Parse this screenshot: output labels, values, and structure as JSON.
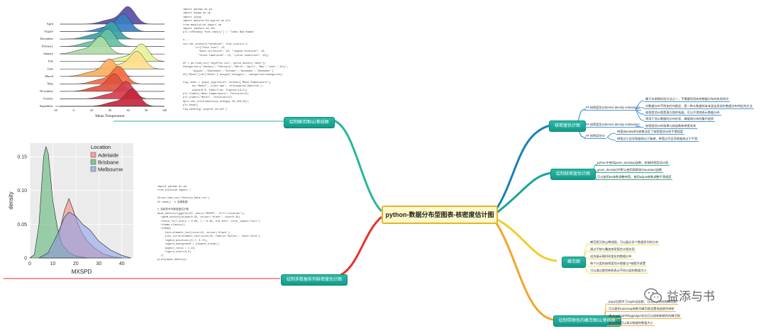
{
  "root": {
    "label": "python-数据分布型图表-核密度估计图"
  },
  "branches": {
    "b1": {
      "label": "核密度估计图"
    },
    "b2": {
      "label": "绘制核密度估计图"
    },
    "b3": {
      "label": "峰峦图"
    },
    "b4": {
      "label": "绘制峰峦图/山脊线图"
    },
    "b5": {
      "label": "绘制带颜色的峰峦图/山脊线图"
    },
    "b6": {
      "label": "绘制多数据系列核密度估计图"
    }
  },
  "leaves_b1": {
    "sub1": "## 核密度估计(kernel density estimation)",
    "sub2": "## 核密度估计(kernel density estimation)",
    "sub3": "## 核密度估计",
    "l1": "属于非参数检验方法之一，不需要利用有关数据分布的先验知识",
    "l2": "对数据分布不附加任何假定，是一种从数据样本本身出发研究数据分布特征的方法",
    "l3": "核密度估计图是直方图的拓展，可以平滑地表示数据分布",
    "l4": "常用于显示数据的分布形状、峰值和分布的集中趋势",
    "l5": "核密度估计的效果与核函数和带宽有关",
    "l6": "带宽(bandwidth)参数决定了核密度估计的平滑程度",
    "l7": "带宽过小会导致曲线过于陡峭，带宽过大会导致曲线过于平滑",
    "l8": "用于估计未知的密度函数"
  },
  "leaves_b2": {
    "l1": "python中使用geom_density()函数，绘制核密度估计图",
    "l2": "geom_density()中默认使用高斯核(Gaussian)函数",
    "l3": "可以使用bw参数调整带宽，使用adjust参数调整平滑程度"
  },
  "leaves_b3": {
    "l1": "峰峦图又称山脊线图，可以展示多个数据系列的分布",
    "l2": "通过平移与叠加核密度估计图实现",
    "l3": "适合展示随时间变化的数据分布",
    "l4": "每个分类的核密度估计图都沿Y轴错开放置",
    "l5": "可以通过颜色映射表示不同分组的数值大小"
  },
  "leaves_b5": {
    "l1": "joypy包提供了joyplot()函数，可以方便地绘制峰峦图",
    "l2": "可以使用colormap参数为峰峦图设置渐变颜色映射",
    "l3": "通过ggplot2中的ggridges包也可以绘制带颜色的峰峦图",
    "l4": "颜色映射可以表示数据的数值大小"
  },
  "code_top": [
    "import pandas as pd",
    "import numpy as np",
    "import joypy",
    "import matplotlib.pyplot as plt",
    "from matplotlib import cm",
    "import seaborn as sns",
    "plt.rcParams['font.family'] = 'Times New Roman'",
    "",
    "#...",
    "sns.set_context(\"notebook\", font_scale=1.5,",
    "        rc={\"font.size\": 12,",
    "          \"axes.titlesize\": 20, \"legend.fontsize\": 13,",
    "          \"xtick.labelsize\": 13, \"ytick.labelsize\": 13})",
    "",
    "df = pd.read_csv('JoyyPlot.csv', parse_dates=['date'])",
    "Categories=['January','February','March','April','May','June','July',",
    "      'August','September','October','November','December']",
    "df['Month']=df['Month'].astype('category', categories=Categories)",
    "",
    "fig, axes = joypy.joyplot(df, column=['Mean Temperature'],",
    "      by='Month', ylim='own', colormap=cm.Spectral_r,",
    "      alpha=0.8, fade=True, figsize=(6,5))",
    "plt.xlabel('Mean Temperature', fontsize=12)",
    "plt.ylabel('Month', fontsize=12)",
    "#plt.set_xticklabels(np.arange(-20,120,20))",
    "plt.show()",
    "fig.savefig('joyplot_cm.pdf')"
  ],
  "code_bottom": [
    "import pandas as pd",
    "from plotnine import *",
    "",
    "df=pd.read_csv('Density_Data.csv')",
    "df.head()  # 查看数据",
    "",
    "# 绘制多系列核密度估计图",
    "base_density=(ggplot(df, aes(x='MXSPD', fill='Location'))",
    "  +geom_density(alpha=0.55, colour='black', size=0.25)",
    "  +scale_fill_hue(s = 0.90, l = 0.65, h=0.0417, color_space='husl')",
    "  +theme_classic()",
    "  +theme(",
    "     text=element_text(size=13, colour='black'),",
    "     plot_title=element_text(size=15, family='myfont', face='bold'),",
    "     legend_position=(0.7, 0.75),",
    "     legend_background = element_blank(),",
    "     aspect_ratio = 1.15,",
    "     figure_size=(5,5)",
    "  ))",
    "print(base_density)"
  ],
  "ridge_chart": {
    "xlabel": "Mean Temperature",
    "xticks": [
      "-20",
      "0",
      "20",
      "40",
      "60",
      "80",
      "100"
    ],
    "months": [
      "April",
      "August",
      "December",
      "February",
      "January",
      "July",
      "June",
      "March",
      "May",
      "November",
      "October",
      "September"
    ]
  },
  "chart_data": {
    "type": "area",
    "title": "",
    "xlabel": "MXSPD",
    "ylabel": "density",
    "xlim": [
      0,
      45
    ],
    "ylim": [
      0,
      0.17
    ],
    "xticks": [
      "0",
      "10",
      "20",
      "30",
      "40"
    ],
    "yticks": [
      "0",
      "0.05",
      "0.10",
      "0.15"
    ],
    "legend_title": "Location",
    "series": [
      {
        "name": "Adelaide",
        "color": "#f08a80",
        "x": [
          5,
          10,
          13,
          15,
          17,
          19,
          21,
          23,
          25,
          28,
          32,
          36,
          40
        ],
        "y": [
          0,
          0.01,
          0.04,
          0.07,
          0.088,
          0.07,
          0.05,
          0.035,
          0.025,
          0.015,
          0.006,
          0.002,
          0
        ]
      },
      {
        "name": "Brisbane",
        "color": "#5fb87a",
        "x": [
          0,
          2,
          4,
          5,
          6,
          7,
          8,
          9,
          10,
          12,
          14,
          17,
          20,
          25
        ],
        "y": [
          0,
          0.005,
          0.05,
          0.1,
          0.15,
          0.165,
          0.155,
          0.12,
          0.085,
          0.045,
          0.02,
          0.008,
          0.003,
          0
        ]
      },
      {
        "name": "Melbourne",
        "color": "#8fa4ea",
        "x": [
          4,
          8,
          12,
          15,
          17,
          20,
          23,
          26,
          30,
          35,
          40,
          44
        ],
        "y": [
          0,
          0.008,
          0.035,
          0.06,
          0.068,
          0.062,
          0.05,
          0.042,
          0.025,
          0.012,
          0.004,
          0
        ]
      }
    ]
  },
  "watermark": {
    "text": "益添与书"
  }
}
